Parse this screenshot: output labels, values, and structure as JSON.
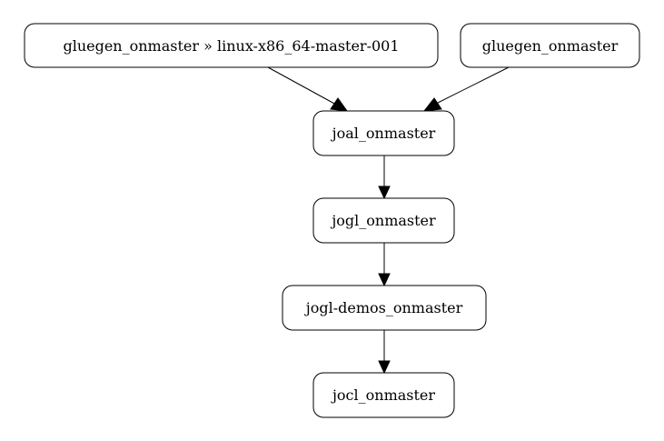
{
  "nodes": [
    {
      "id": "gluegen_linux",
      "label": "gluegen_onmaster » linux-x86_64-master-001"
    },
    {
      "id": "gluegen",
      "label": "gluegen_onmaster"
    },
    {
      "id": "joal",
      "label": "joal_onmaster"
    },
    {
      "id": "jogl",
      "label": "jogl_onmaster"
    },
    {
      "id": "jogl_demos",
      "label": "jogl-demos_onmaster"
    },
    {
      "id": "jocl",
      "label": "jocl_onmaster"
    }
  ],
  "edges": [
    {
      "from": "gluegen_linux",
      "to": "joal"
    },
    {
      "from": "gluegen",
      "to": "joal"
    },
    {
      "from": "joal",
      "to": "jogl"
    },
    {
      "from": "jogl",
      "to": "jogl_demos"
    },
    {
      "from": "jogl_demos",
      "to": "jocl"
    }
  ]
}
